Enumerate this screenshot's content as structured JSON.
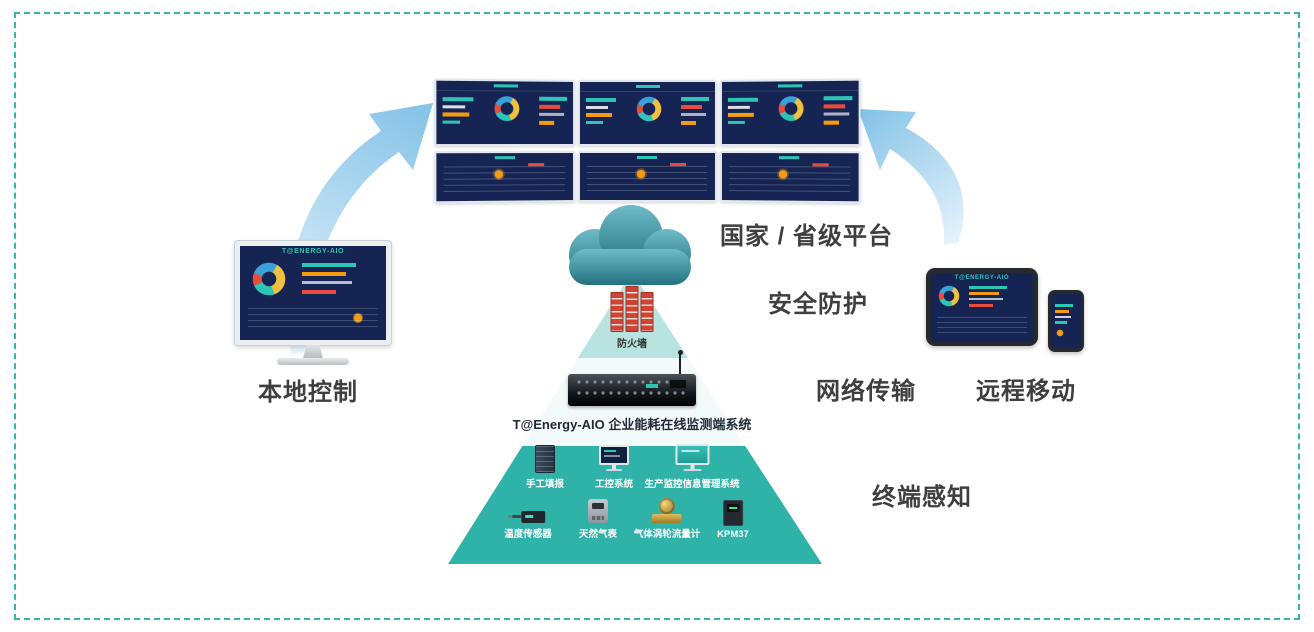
{
  "labels": {
    "platform": "国家 / 省级平台",
    "security": "安全防护",
    "network": "网络传输",
    "remote": "远程移动",
    "terminal": "终端感知",
    "local": "本地控制"
  },
  "pyramid": {
    "firewall_label": "防火墙",
    "server_label": "T@Energy-AIO 企业能耗在线监测端系统",
    "devices_row1": [
      "手工填报",
      "工控系统",
      "生产监控信息管理系统"
    ],
    "devices_row2": [
      "温度传感器",
      "天然气表",
      "气体涡轮流量计",
      "KPM37"
    ]
  },
  "screens": {
    "brand": "T@ENERGY-AIO"
  },
  "colors": {
    "frame_border": "#35b8ac",
    "pyramid_top": "#b9e3e0",
    "pyramid_middle": "#f3fbfa",
    "pyramid_bottom": "#2fb3a9",
    "screen_background": "#152452",
    "accent_teal": "#2ec4b6",
    "accent_orange": "#f39c12",
    "accent_red": "#e74c3c",
    "arrow_gradient_start": "#e4f2fb",
    "arrow_gradient_end": "#7fc0e6",
    "cloud_top": "#6fbcc8",
    "cloud_bottom": "#23707f",
    "firewall_red": "#cf4434"
  }
}
